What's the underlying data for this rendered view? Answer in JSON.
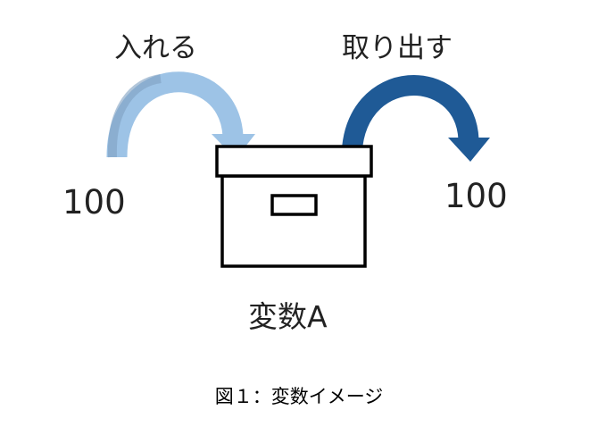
{
  "labels": {
    "put_in": "入れる",
    "take_out": "取り出す",
    "value_in": "100",
    "value_out": "100",
    "variable": "変数A"
  },
  "caption": "図１：変数イメージ",
  "colors": {
    "arrow_in": "#9dc3e6",
    "arrow_in_shade": "#7fa0c2",
    "arrow_out": "#1f5a96",
    "box_stroke": "#000000"
  }
}
